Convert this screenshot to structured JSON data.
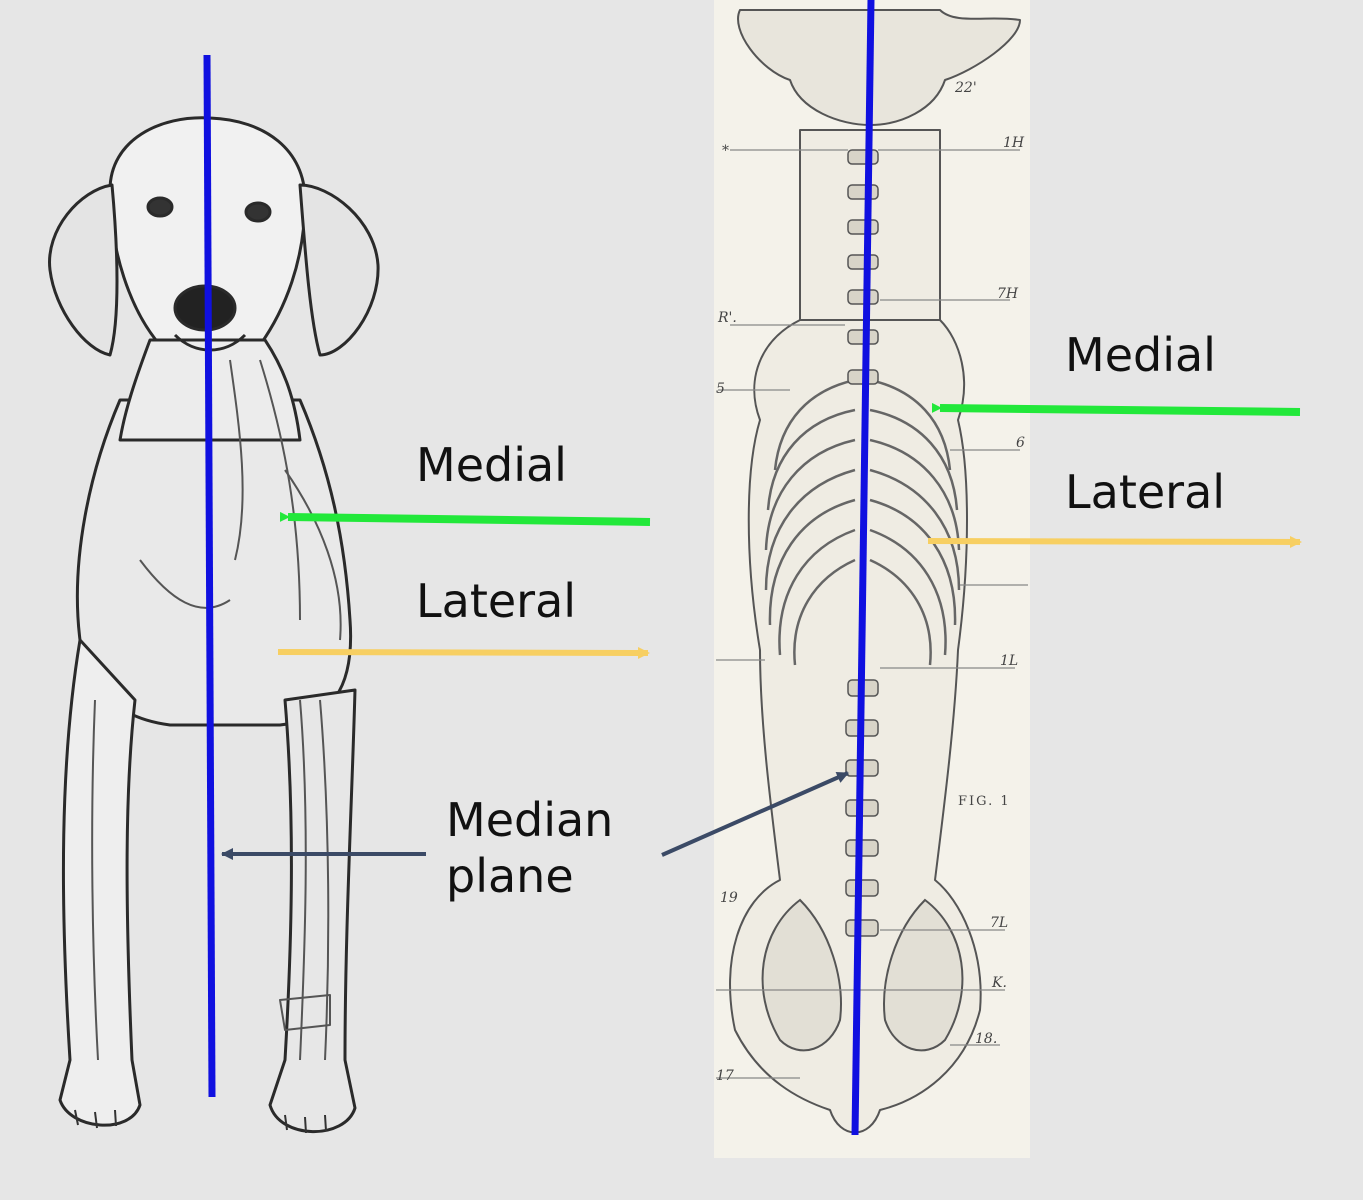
{
  "labels": {
    "medial_left": "Medial",
    "lateral_left": "Lateral",
    "median_line1": "Median",
    "median_line2": "plane",
    "medial_right": "Medial",
    "lateral_right": "Lateral"
  },
  "skeleton_marks": {
    "t1": "1H",
    "t7": "7H",
    "l1": "1L",
    "l7": "7L",
    "k": "K.",
    "s18": "18.",
    "fig": "FIG. 1",
    "r": "R'.",
    "five": "5",
    "six": "6",
    "nineteen": "19",
    "seventeen": "17",
    "twentytwo": "22'",
    "star": "*"
  },
  "colors": {
    "background": "#e6e6e6",
    "median_line": "#1010e0",
    "medial_arrow": "#22e83a",
    "lateral_arrow": "#f7cf62",
    "pointer_arrow": "#3b4a66",
    "skeleton_panel": "#f4f2ea"
  }
}
